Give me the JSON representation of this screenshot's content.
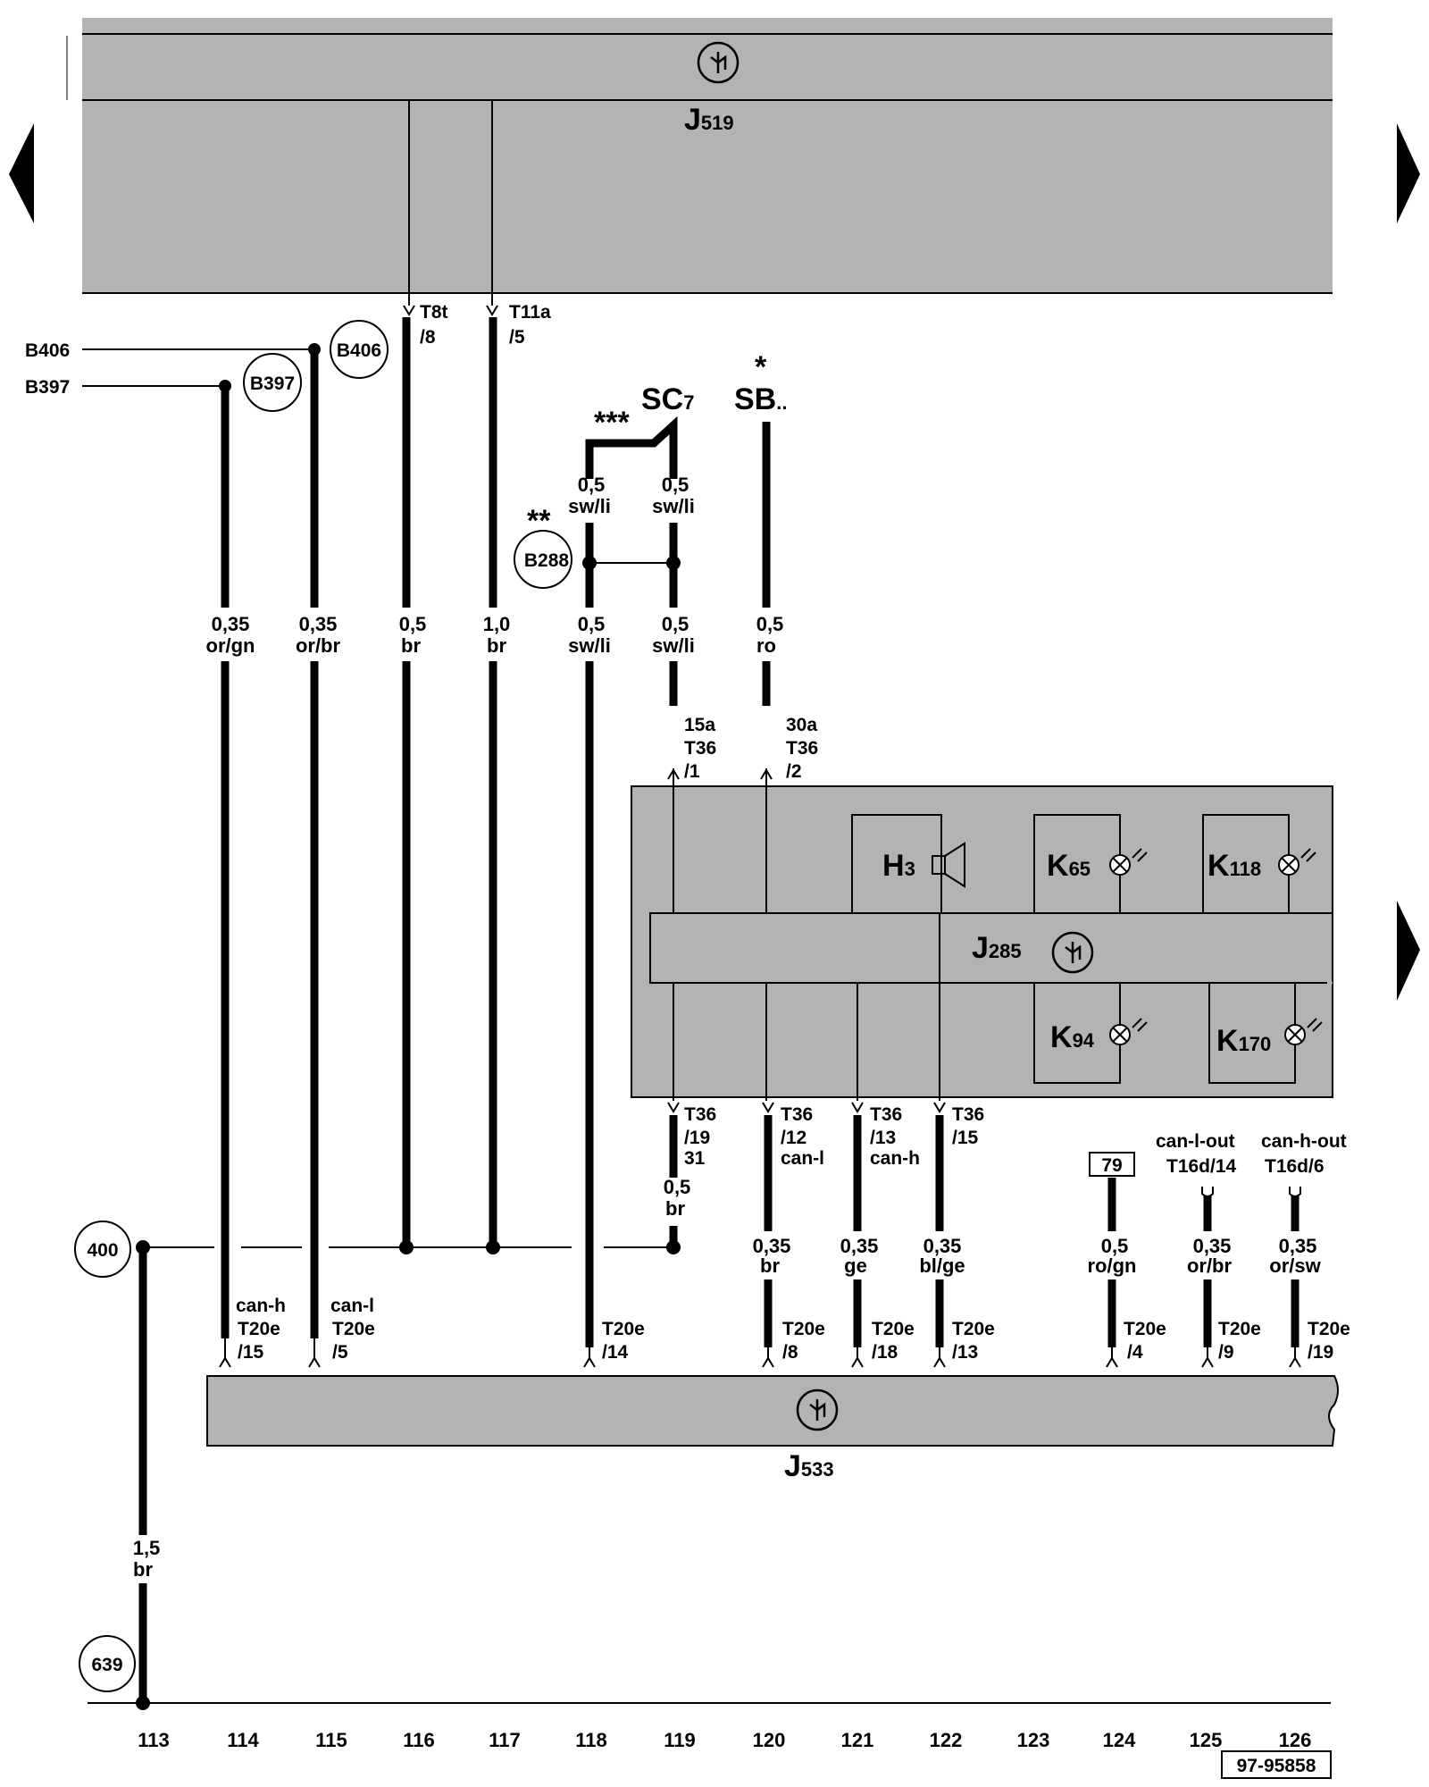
{
  "components": {
    "J519": {
      "main": "J",
      "sub": "519"
    },
    "J533": {
      "main": "J",
      "sub": "533"
    },
    "J285": {
      "main": "J",
      "sub": "285"
    },
    "H3": {
      "main": "H",
      "sub": "3"
    },
    "K65": {
      "main": "K",
      "sub": "65"
    },
    "K118": {
      "main": "K",
      "sub": "118"
    },
    "K94": {
      "main": "K",
      "sub": "94"
    },
    "K170": {
      "main": "K",
      "sub": "170"
    },
    "SC7": {
      "main": "SC",
      "sub": "7"
    },
    "SB": {
      "main": "SB",
      "sub": ".."
    }
  },
  "markers": {
    "star1": "*",
    "star2": "**",
    "star3": "***"
  },
  "external": {
    "B406": "B406",
    "B397": "B397"
  },
  "circles": {
    "B406": "B406",
    "B397": "B397",
    "B288": "B288",
    "c400": "400",
    "c639": "639"
  },
  "wires": {
    "w114": {
      "size": "0,35",
      "color": "or/gn"
    },
    "w115": {
      "size": "0,35",
      "color": "or/br"
    },
    "w116": {
      "size": "0,5",
      "color": "br"
    },
    "w117": {
      "size": "1,0",
      "color": "br"
    },
    "w118a": {
      "size": "0,5",
      "color": "sw/li"
    },
    "w118b": {
      "size": "0,5",
      "color": "sw/li"
    },
    "w119a": {
      "size": "0,5",
      "color": "sw/li"
    },
    "w119b": {
      "size": "0,5",
      "color": "sw/li"
    },
    "w119c": {
      "size": "0,5",
      "color": "br"
    },
    "w120a": {
      "size": "0,5",
      "color": "ro"
    },
    "w120b": {
      "size": "0,35",
      "color": "br"
    },
    "w121": {
      "size": "0,35",
      "color": "ge"
    },
    "w122": {
      "size": "0,35",
      "color": "bl/ge"
    },
    "w124": {
      "size": "0,5",
      "color": "ro/gn"
    },
    "w125": {
      "size": "0,35",
      "color": "or/br"
    },
    "w126": {
      "size": "0,35",
      "color": "or/sw"
    },
    "w113": {
      "size": "1,5",
      "color": "br"
    }
  },
  "pins": {
    "j519_116": [
      "T8t",
      "/8"
    ],
    "j519_117": [
      "T11a",
      "/5"
    ],
    "j285_119_top": [
      "15a",
      "T36",
      "/1"
    ],
    "j285_120_top": [
      "30a",
      "T36",
      "/2"
    ],
    "j285_119_bot": [
      "T36",
      "/19",
      "31"
    ],
    "j285_120_bot": [
      "T36",
      "/12",
      "can-l"
    ],
    "j285_121_bot": [
      "T36",
      "/13",
      "can-h"
    ],
    "j285_122_bot": [
      "T36",
      "/15"
    ],
    "j533_114": [
      "can-h",
      "T20e",
      "/15"
    ],
    "j533_115": [
      "can-l",
      "T20e",
      "/5"
    ],
    "j533_118": [
      "T20e",
      "/14"
    ],
    "j533_120": [
      "T20e",
      "/8"
    ],
    "j533_121": [
      "T20e",
      "/18"
    ],
    "j533_122": [
      "T20e",
      "/13"
    ],
    "j533_124": [
      "T20e",
      "/4"
    ],
    "j533_125": [
      "T20e",
      "/9"
    ],
    "j533_126": [
      "T20e",
      "/19"
    ],
    "out_125": [
      "can-l-out",
      "T16d/14"
    ],
    "out_126": [
      "can-h-out",
      "T16d/6"
    ]
  },
  "ref_box_79": "79",
  "columns": [
    "113",
    "114",
    "115",
    "116",
    "117",
    "118",
    "119",
    "120",
    "121",
    "122",
    "123",
    "124",
    "125",
    "126"
  ],
  "doc_number": "97-95858",
  "nav": {
    "prev": "previous page",
    "next": "next page",
    "next2": "continue"
  }
}
